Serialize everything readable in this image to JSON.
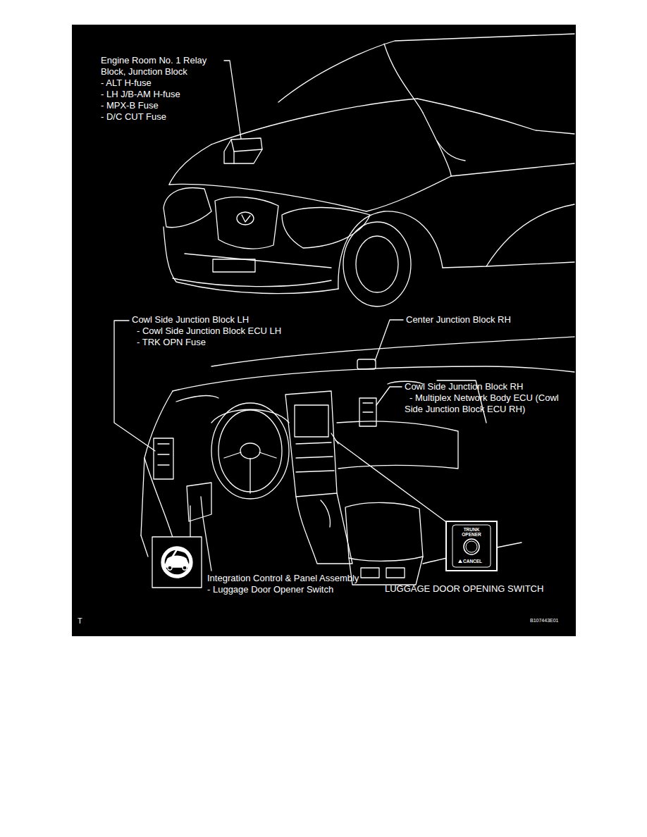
{
  "diagram": {
    "nodes": [
      {
        "text": [
          "TRUNK OPENER",
          "CANCEL"
        ]
      }
    ],
    "labels": [
      "Engine Room No. 1 Relay Block, Junction Block",
      "- ALT H-fuse",
      "- LH J/B-AM H-fuse",
      "- MPX-B Fuse",
      "- D/C CUT Fuse",
      "Cowl Side Junction Block LH",
      "- Cowl Side Junction Block ECU LH",
      "- TRK OPN Fuse",
      "Center Junction Block RH",
      "Cowl Side Junction Block RH",
      "- Multiplex Network Body ECU (Cowl Side Junction Block ECU RH)",
      "Integration Control & Panel Assembly",
      "- Luggage Door Opener Switch",
      "LUGGAGE DOOR OPENING SWITCH",
      "T",
      "B107443E01"
    ]
  }
}
